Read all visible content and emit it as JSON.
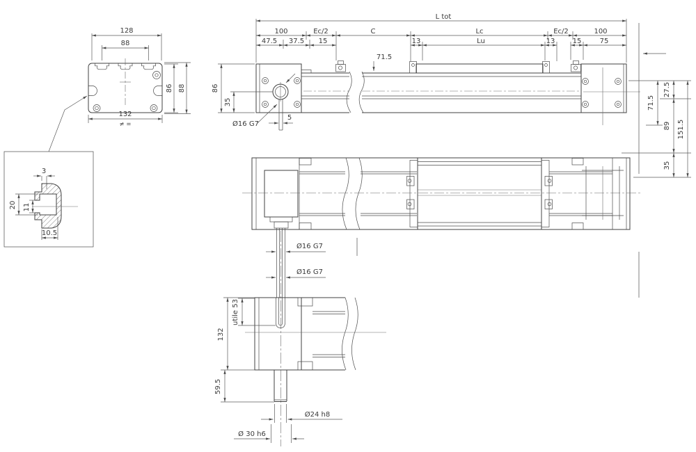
{
  "colors": {
    "line": "#404040",
    "dim_line": "#5a5a5a",
    "text": "#3a3a3a",
    "background": "#ffffff"
  },
  "drawing": {
    "cross_section": {
      "dim_128": "128",
      "dim_88": "88",
      "dim_86": "86",
      "dim_88_outer": "88",
      "dim_132": "132",
      "symmetry": "≠ ="
    },
    "detail": {
      "dim_3": "3",
      "dim_20": "20",
      "dim_11": "11",
      "dim_10_5": "10.5"
    },
    "side_view": {
      "dim_l_tot": "L tot",
      "dim_100_left": "100",
      "dim_ec2_left": "Ec/2",
      "dim_c": "C",
      "dim_lc": "Lc",
      "dim_ec2_right": "Ec/2",
      "dim_100_right": "100",
      "dim_47_5": "47.5",
      "dim_37_5": "37.5",
      "dim_15_left": "15",
      "dim_13_left": "13",
      "dim_lu": "Lu",
      "dim_13_right": "13",
      "dim_15_right": "15",
      "dim_75": "75",
      "dim_71_5": "71.5",
      "dim_86": "86",
      "dim_35": "35",
      "dim_5": "5",
      "label_shaft": "Ø16 G7",
      "dim_27_5": "27.5",
      "dim_71_5_right": "71.5",
      "dim_89": "89",
      "dim_151_5": "151.5",
      "dim_35_right": "35"
    },
    "shaft_view": {
      "label_bore_upper": "Ø16 G7",
      "label_bore_lower": "Ø16 G7",
      "dim_utile": "utile 53",
      "dim_132": "132",
      "dim_59_5": "59.5",
      "dim_24": "Ø24 h8",
      "dim_30": "Ø 30 h6"
    }
  }
}
